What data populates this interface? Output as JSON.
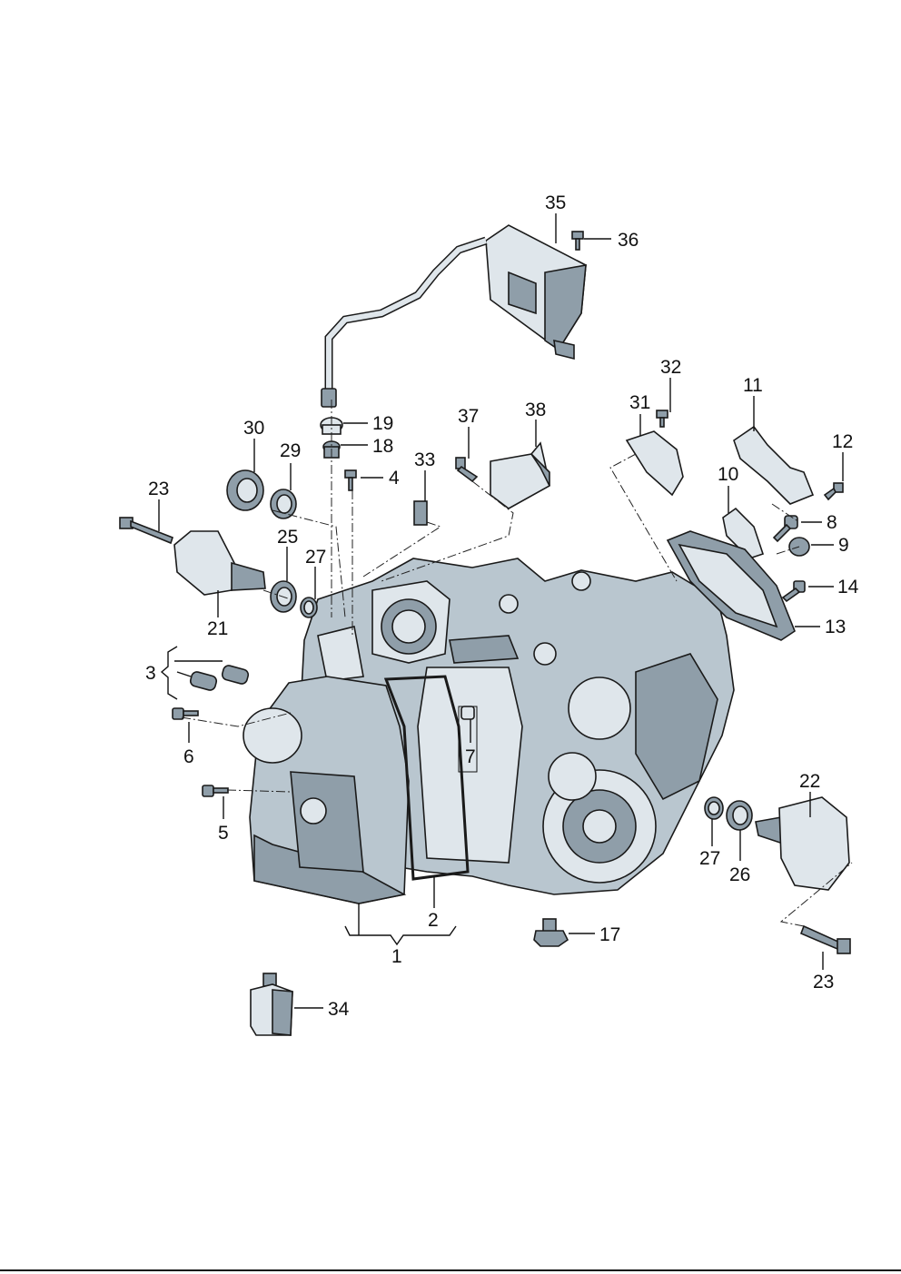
{
  "callouts": [
    {
      "id": "35",
      "text": "35"
    },
    {
      "id": "36",
      "text": "36"
    },
    {
      "id": "19",
      "text": "19"
    },
    {
      "id": "18",
      "text": "18"
    },
    {
      "id": "4",
      "text": "4"
    },
    {
      "id": "37",
      "text": "37"
    },
    {
      "id": "38",
      "text": "38"
    },
    {
      "id": "33",
      "text": "33"
    },
    {
      "id": "32",
      "text": "32"
    },
    {
      "id": "31",
      "text": "31"
    },
    {
      "id": "11",
      "text": "11"
    },
    {
      "id": "12",
      "text": "12"
    },
    {
      "id": "10",
      "text": "10"
    },
    {
      "id": "8",
      "text": "8"
    },
    {
      "id": "9",
      "text": "9"
    },
    {
      "id": "14",
      "text": "14"
    },
    {
      "id": "13",
      "text": "13"
    },
    {
      "id": "30",
      "text": "30"
    },
    {
      "id": "29",
      "text": "29"
    },
    {
      "id": "23a",
      "text": "23"
    },
    {
      "id": "25",
      "text": "25"
    },
    {
      "id": "27a",
      "text": "27"
    },
    {
      "id": "21",
      "text": "21"
    },
    {
      "id": "3",
      "text": "3"
    },
    {
      "id": "6",
      "text": "6"
    },
    {
      "id": "7",
      "text": "7"
    },
    {
      "id": "5",
      "text": "5"
    },
    {
      "id": "22",
      "text": "22"
    },
    {
      "id": "27b",
      "text": "27"
    },
    {
      "id": "26",
      "text": "26"
    },
    {
      "id": "2",
      "text": "2"
    },
    {
      "id": "1",
      "text": "1"
    },
    {
      "id": "17",
      "text": "17"
    },
    {
      "id": "23b",
      "text": "23"
    },
    {
      "id": "34",
      "text": "34"
    }
  ],
  "colors": {
    "part_fill": "#b9c6cf",
    "part_dark": "#8f9ea9",
    "part_light": "#dfe6eb",
    "ink": "#111111"
  }
}
